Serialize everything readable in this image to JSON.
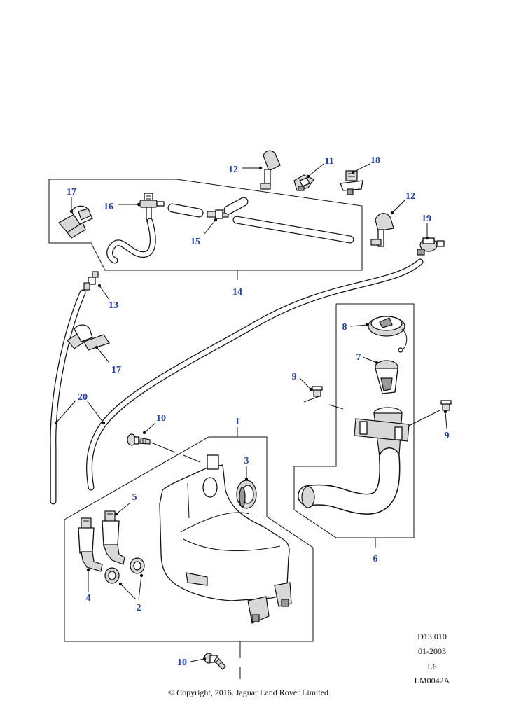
{
  "callouts": {
    "c1": "1",
    "c2": "2",
    "c3": "3",
    "c4": "4",
    "c5": "5",
    "c6": "6",
    "c7": "7",
    "c8": "8",
    "c9a": "9",
    "c9b": "9",
    "c10a": "10",
    "c10b": "10",
    "c11": "11",
    "c12a": "12",
    "c12b": "12",
    "c13": "13",
    "c14": "14",
    "c15": "15",
    "c16": "16",
    "c17a": "17",
    "c17b": "17",
    "c18": "18",
    "c19": "19",
    "c20": "20"
  },
  "info": {
    "code": "D13.010",
    "date": "01-2003",
    "engine": "L6",
    "ref": "LM0042A"
  },
  "copyright": "© Copyright, 2016. Jaguar Land Rover Limited.",
  "colors": {
    "callout": "#1f3fb0",
    "line": "#111111"
  }
}
